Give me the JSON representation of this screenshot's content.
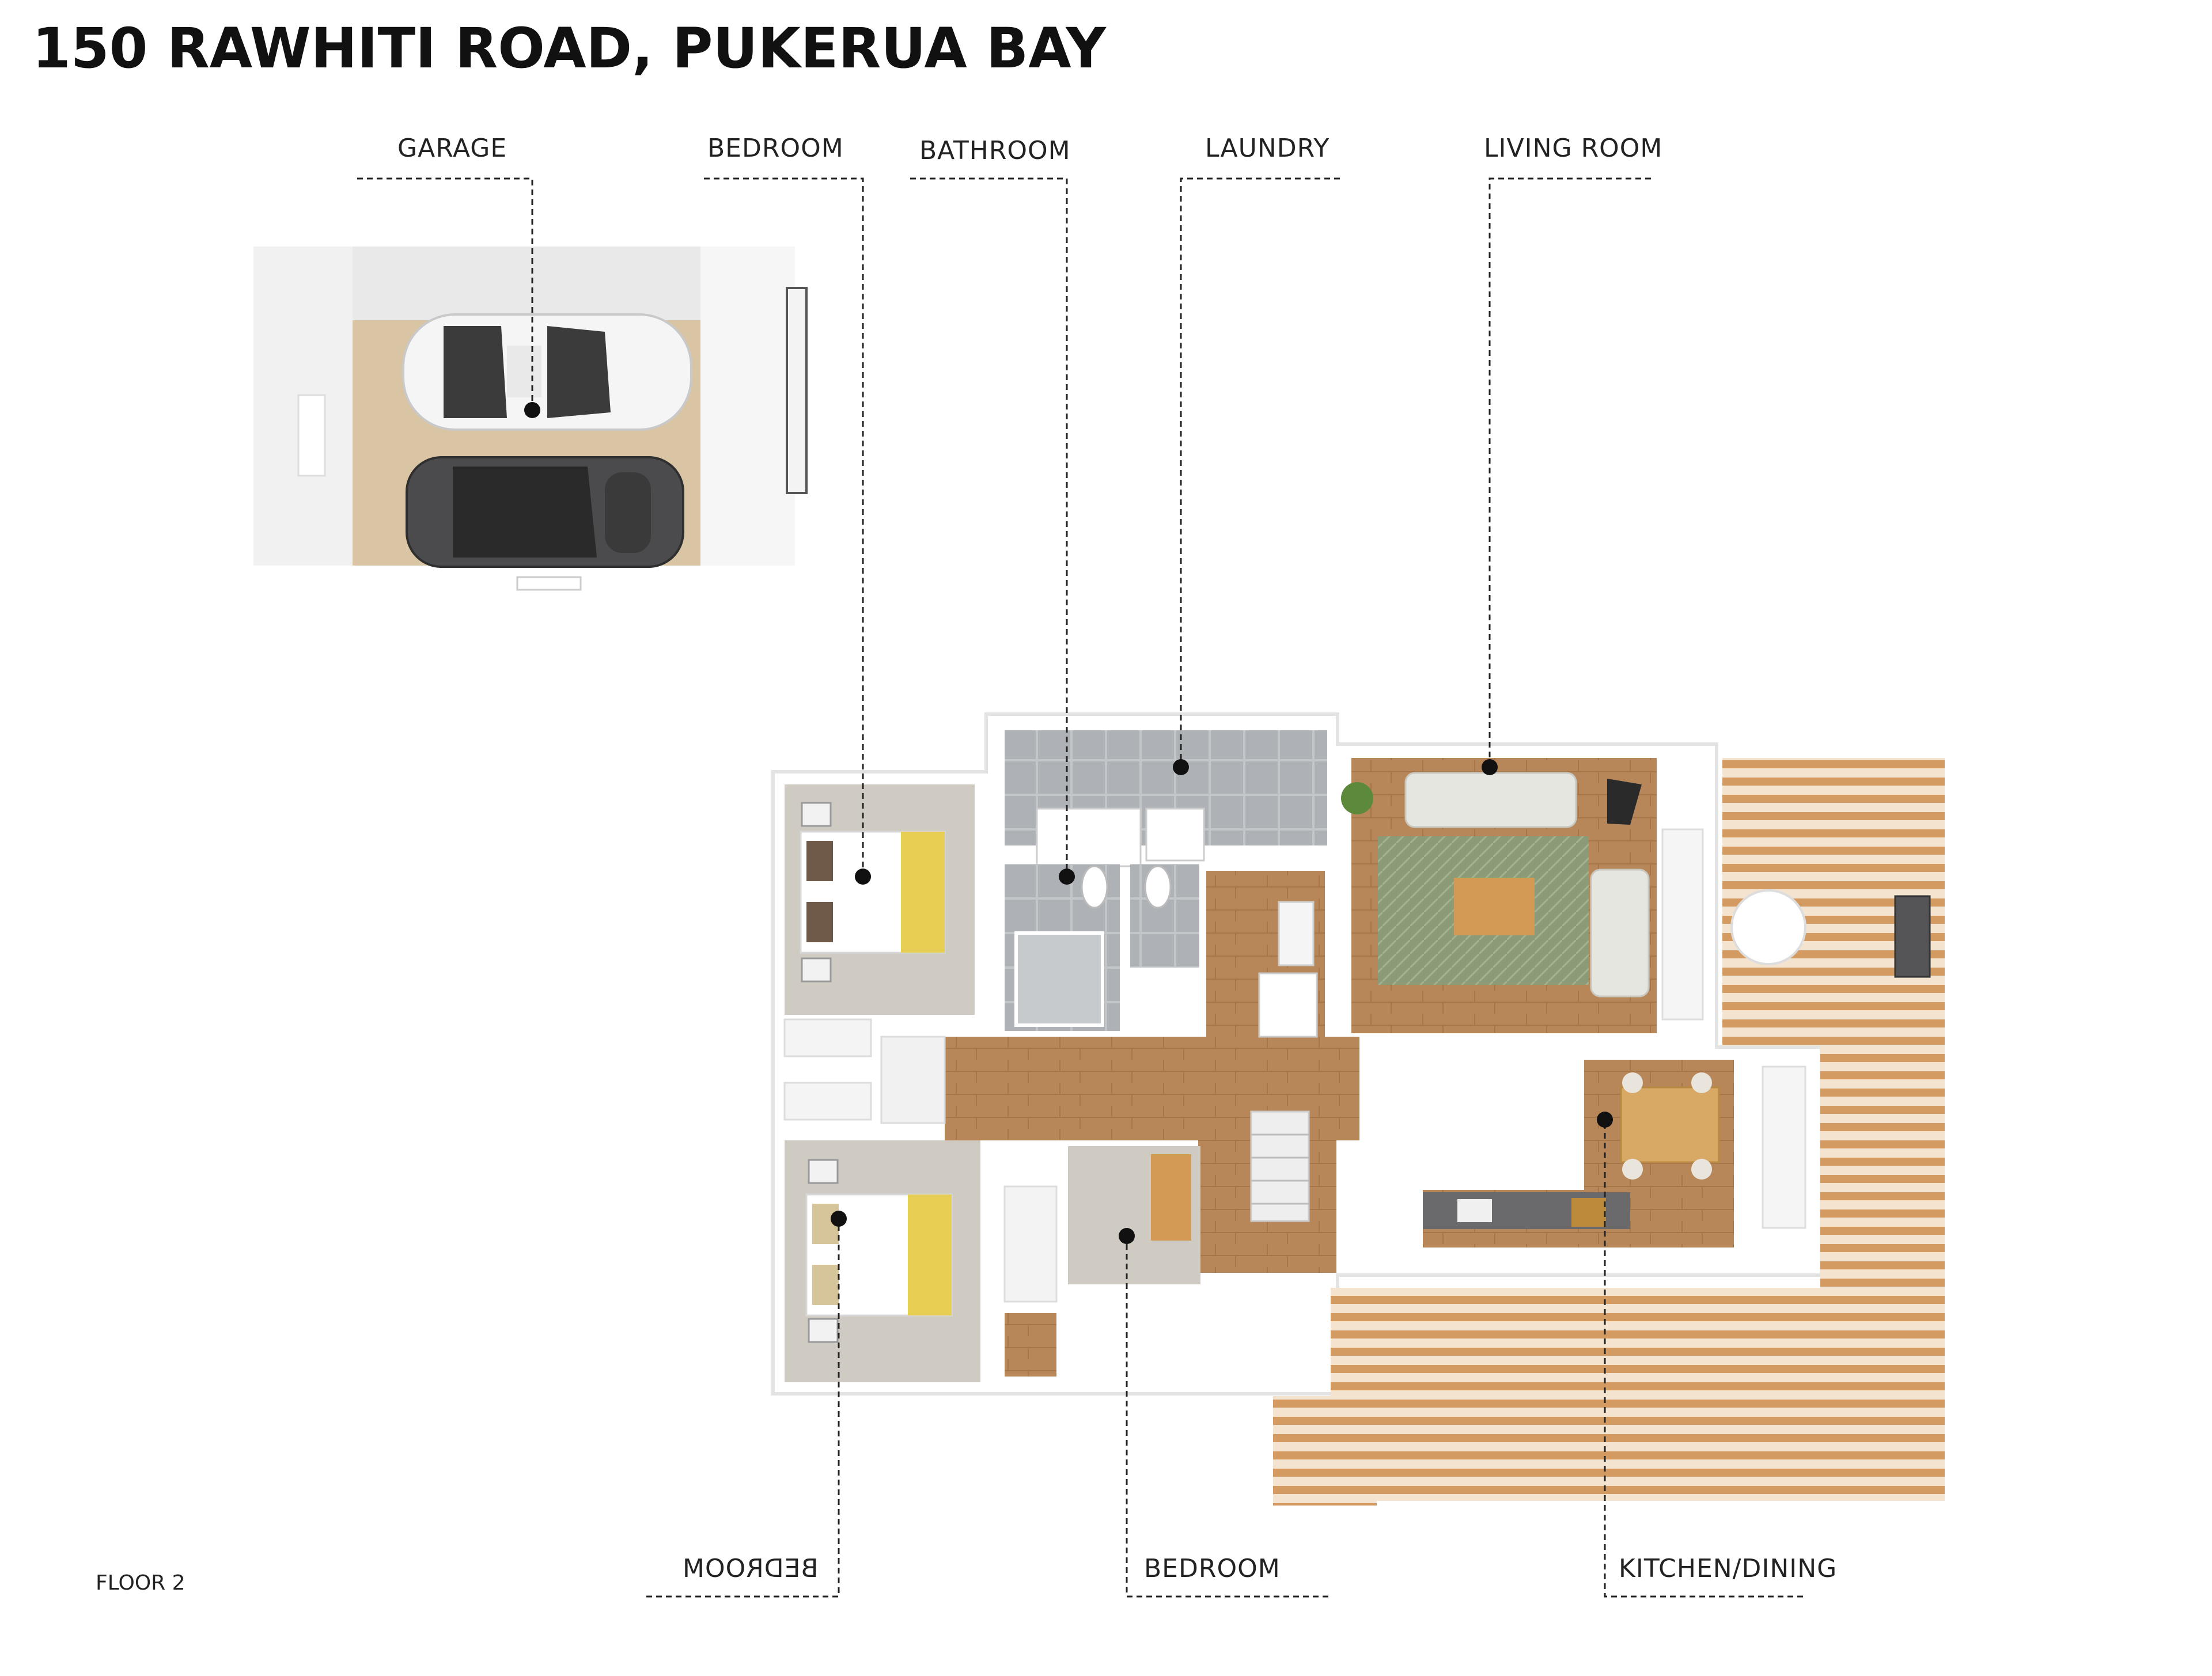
{
  "title": "150 RAWHITI ROAD, PUKERUA BAY",
  "floor_label": "FLOOR 2",
  "labels": {
    "garage": "GARAGE",
    "bedroom_top": "BEDROOM",
    "bathroom": "BATHROOM",
    "laundry": "LAUNDRY",
    "living_room": "LIVING ROOM",
    "bedroom_bottom_left": "BEDROOM",
    "bedroom_bottom_mid": "BEDROOM",
    "kitchen_dining": "KITCHEN/DINING"
  },
  "colors": {
    "wall": "#ffffff",
    "wood_floor": "#b88759",
    "carpet": "#cfcbc2",
    "tile": "#a9adb1",
    "deck": "#d9a36b",
    "rug": "#8a9a78",
    "garage_floor": "#d8c3a2",
    "car_white": "#f4f4f4",
    "car_dark": "#4a4a4c",
    "leader": "#222222",
    "bed_yellow": "#e6cf52"
  }
}
